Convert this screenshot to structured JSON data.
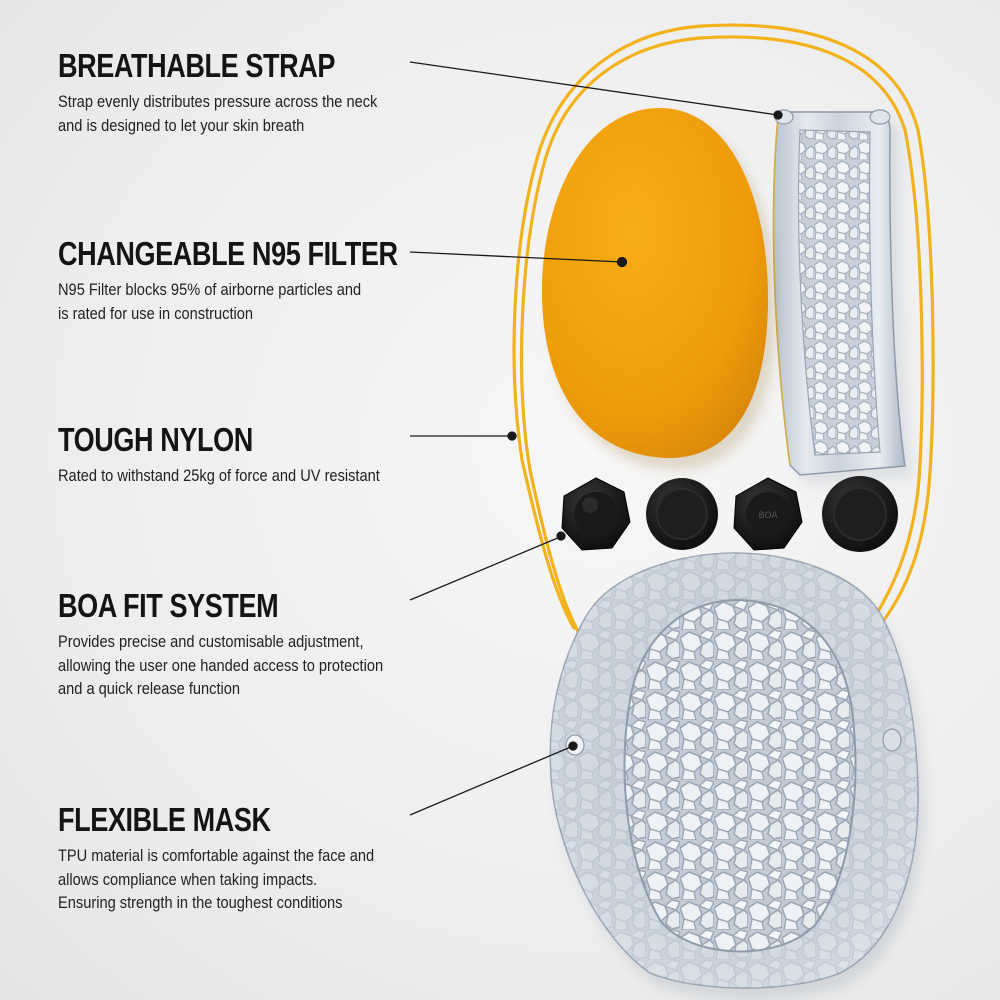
{
  "callouts": [
    {
      "title": "BREATHABLE STRAP",
      "lines": [
        "Strap evenly distributes pressure across the neck",
        "and is designed to let your skin breath"
      ]
    },
    {
      "title": "CHANGEABLE N95 FILTER",
      "lines": [
        "N95 Filter blocks 95% of airborne particles and",
        "is rated for use in construction"
      ]
    },
    {
      "title": "TOUGH NYLON",
      "lines": [
        "Rated to withstand 25kg of force and UV resistant"
      ]
    },
    {
      "title": "BOA FIT SYSTEM",
      "lines": [
        "Provides precise and customisable adjustment,",
        "allowing the user one handed access to protection",
        "and a quick release function"
      ]
    },
    {
      "title": "FLEXIBLE MASK",
      "lines": [
        "TPU material is comfortable against the face and",
        "allows compliance when taking impacts.",
        "Ensuring strength in the toughest conditions"
      ]
    }
  ],
  "boa_dial_label": "BOA",
  "colors": {
    "filter_orange": "#f0a00d",
    "cord_orange": "#f2b21c",
    "mask_blue_grey": "#c9d2dc",
    "dial_black": "#1c1c1c",
    "leader_line": "#1a1a1a"
  }
}
